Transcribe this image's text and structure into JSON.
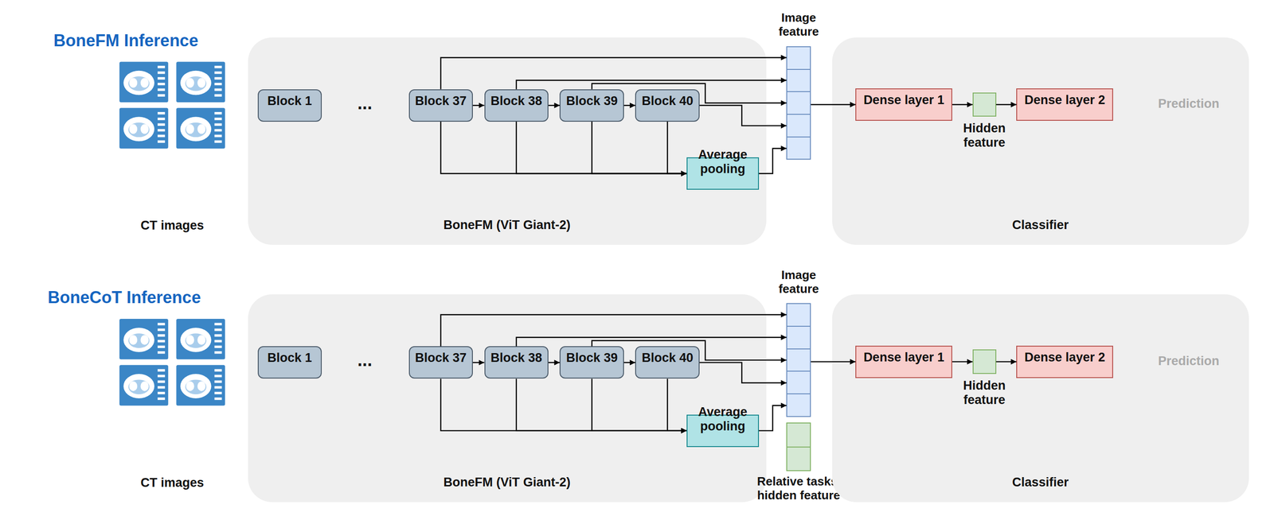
{
  "diagram": {
    "nodes": [
      {
        "text": [
          "BoneFM (ViT Giant-2)"
        ]
      },
      {
        "text": [
          "Block 1"
        ],
        "in": 0
      },
      {
        "text": [
          "Block 37"
        ],
        "in": 0
      },
      {
        "text": [
          "Block 38"
        ],
        "in": 0
      },
      {
        "text": [
          "Block 39"
        ],
        "in": 0
      },
      {
        "text": [
          "Block 40"
        ],
        "in": 0
      },
      {
        "text": [
          "Average pooling"
        ],
        "in": 0
      },
      {
        "text": [
          "Image feature"
        ]
      },
      {
        "text": [
          "Classifier"
        ]
      },
      {
        "text": [
          "Dense layer 1"
        ],
        "in": 8
      },
      {
        "text": [
          "Hidden feature"
        ],
        "in": 8
      },
      {
        "text": [
          "Dense layer 2"
        ],
        "in": 8
      },
      {
        "text": [
          "BoneFM (ViT Giant-2)"
        ]
      },
      {
        "text": [
          "Block 1"
        ],
        "in": 12
      },
      {
        "text": [
          "Block 37"
        ],
        "in": 12
      },
      {
        "text": [
          "Block 38"
        ],
        "in": 12
      },
      {
        "text": [
          "Block 39"
        ],
        "in": 12
      },
      {
        "text": [
          "Block 40"
        ],
        "in": 12
      },
      {
        "text": [
          "Average pooling"
        ],
        "in": 12
      },
      {
        "text": [
          "Image feature"
        ]
      },
      {
        "text": [
          "Relative tasks' hidden feature"
        ]
      },
      {
        "text": [
          "Classifier"
        ]
      },
      {
        "text": [
          "Dense layer 1"
        ],
        "in": 21
      },
      {
        "text": [
          "Hidden feature"
        ],
        "in": 21
      },
      {
        "text": [
          "Dense layer 2"
        ],
        "in": 21
      }
    ],
    "edges": [
      {
        "from": 2,
        "to": 3,
        "arrow": "to"
      },
      {
        "from": 3,
        "to": 4,
        "arrow": "to"
      },
      {
        "from": 4,
        "to": 5,
        "arrow": "to"
      },
      {
        "from": 2,
        "to": 7,
        "arrow": "to"
      },
      {
        "from": 3,
        "to": 7,
        "arrow": "to"
      },
      {
        "from": 4,
        "to": 7,
        "arrow": "to"
      },
      {
        "from": 5,
        "to": 7,
        "arrow": "to"
      },
      {
        "from": 6,
        "to": 7,
        "arrow": "to"
      },
      {
        "from": 2,
        "to": 6,
        "arrow": "to"
      },
      {
        "from": 3,
        "to": 6,
        "arrow": "to"
      },
      {
        "from": 4,
        "to": 6,
        "arrow": "to"
      },
      {
        "from": 5,
        "to": 6,
        "arrow": "to"
      },
      {
        "from": 7,
        "to": 9,
        "arrow": "to"
      },
      {
        "from": 9,
        "to": 10,
        "arrow": "to"
      },
      {
        "from": 10,
        "to": 11,
        "arrow": "to"
      },
      {
        "from": 14,
        "to": 15,
        "arrow": "to"
      },
      {
        "from": 15,
        "to": 16,
        "arrow": "to"
      },
      {
        "from": 16,
        "to": 17,
        "arrow": "to"
      },
      {
        "from": 14,
        "to": 19,
        "arrow": "to"
      },
      {
        "from": 15,
        "to": 19,
        "arrow": "to"
      },
      {
        "from": 16,
        "to": 19,
        "arrow": "to"
      },
      {
        "from": 17,
        "to": 19,
        "arrow": "to"
      },
      {
        "from": 18,
        "to": 19,
        "arrow": "to"
      },
      {
        "from": 14,
        "to": 18,
        "arrow": "to"
      },
      {
        "from": 15,
        "to": 18,
        "arrow": "to"
      },
      {
        "from": 16,
        "to": 18,
        "arrow": "to"
      },
      {
        "from": 17,
        "to": 18,
        "arrow": "to"
      },
      {
        "from": 19,
        "to": 22,
        "arrow": "to"
      },
      {
        "from": 22,
        "to": 23,
        "arrow": "to"
      },
      {
        "from": 23,
        "to": 24,
        "arrow": "to"
      }
    ],
    "labels": [
      "BoneFM Inference",
      "CT images",
      "...",
      "Prediction",
      "BoneCoT Inference",
      "CT images",
      "...",
      "Prediction"
    ]
  }
}
